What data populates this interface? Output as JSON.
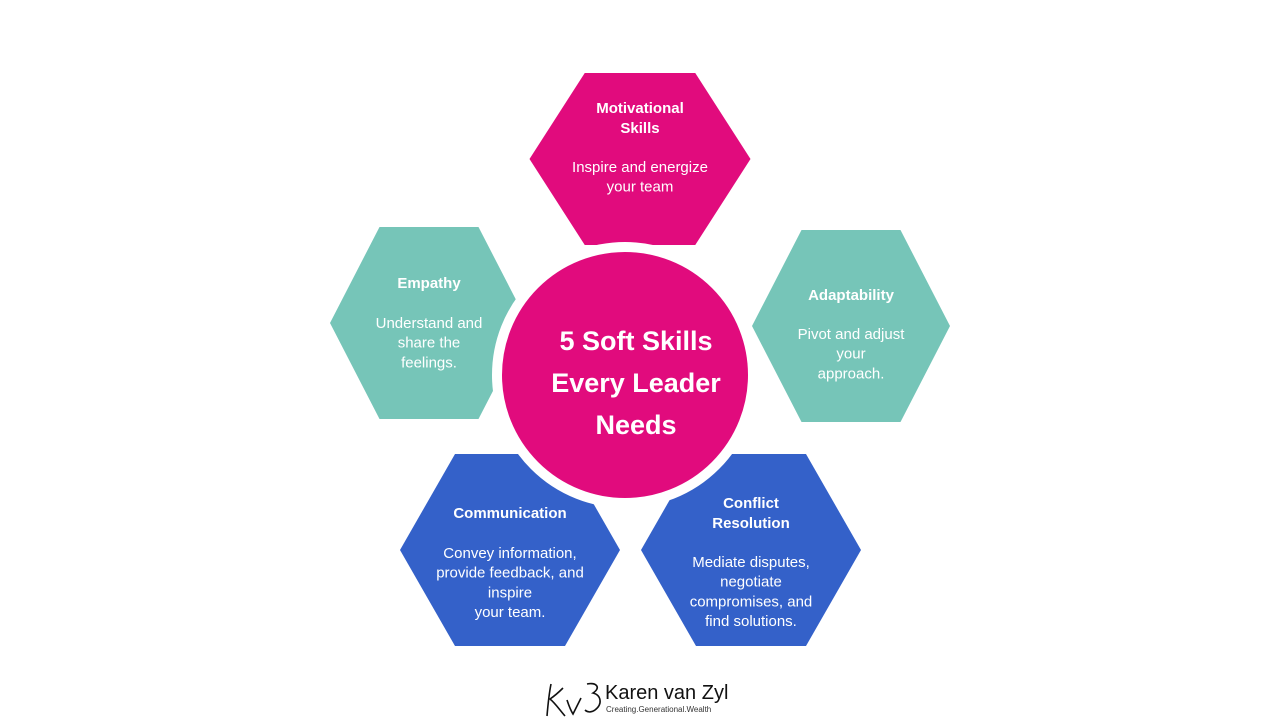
{
  "center": {
    "lines": [
      "5 Soft Skills",
      "Every Leader",
      "Needs"
    ],
    "color": "#e10b7d"
  },
  "skills": [
    {
      "id": "motivational",
      "title": [
        "Motivational",
        "Skills"
      ],
      "description": [
        "Inspire and energize",
        "your team"
      ],
      "color": "#e10b7d"
    },
    {
      "id": "empathy",
      "title": [
        "Empathy"
      ],
      "description": [
        "Understand and",
        "share the",
        "feelings."
      ],
      "color": "#76c5b8"
    },
    {
      "id": "adaptability",
      "title": [
        "Adaptability"
      ],
      "description": [
        "Pivot and adjust",
        "your",
        "approach."
      ],
      "color": "#76c5b8"
    },
    {
      "id": "communication",
      "title": [
        "Communication"
      ],
      "description": [
        "Convey information,",
        "provide feedback, and",
        "inspire",
        "your team."
      ],
      "color": "#3461c9"
    },
    {
      "id": "conflict",
      "title": [
        "Conflict",
        "Resolution"
      ],
      "description": [
        "Mediate disputes,",
        "negotiate",
        "compromises, and",
        "find solutions."
      ],
      "color": "#3461c9"
    }
  ],
  "brand": {
    "monogram": "Kv3",
    "name": "Karen van Zyl",
    "tagline": "Creating.Generational.Wealth"
  }
}
